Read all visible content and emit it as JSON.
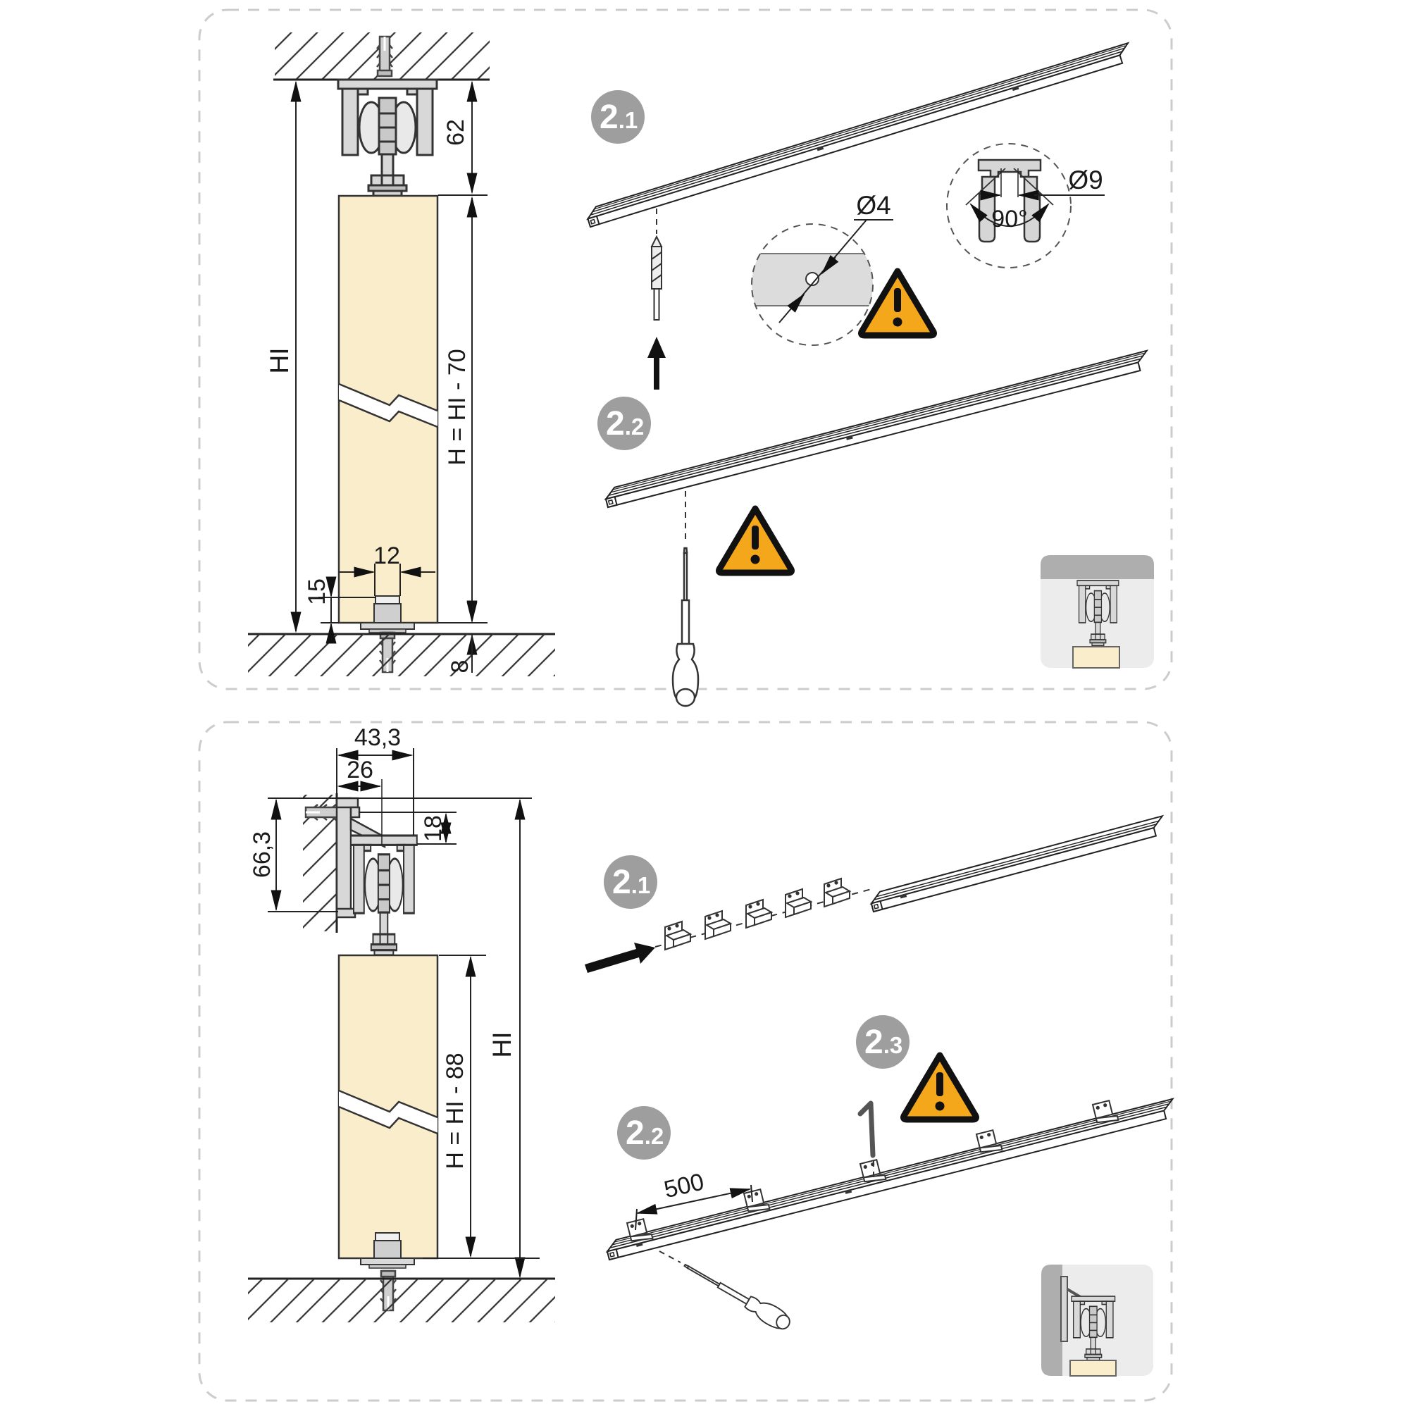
{
  "document": {
    "type": "installation-instructions",
    "panel_count": 2
  },
  "colors": {
    "background": "#ffffff",
    "panel_border": "#cccccc",
    "warning_orange": "#f5a71c",
    "step_circle_gray": "#9e9e9e",
    "door_cream": "#f9edcb",
    "metal_gray": "#d8d8d8",
    "inset_background": "#ececec",
    "inset_wall_gray": "#aeaeae",
    "line_dark": "#222222"
  },
  "panel_top": {
    "name": "ceiling mount section",
    "steps": [
      {
        "major": "2",
        "minor": ".1"
      },
      {
        "major": "2",
        "minor": ".2"
      }
    ],
    "diagram": {
      "total_height": "HI",
      "top_clearance": "62",
      "door_height": "H = HI - 70",
      "guide_width": "12",
      "guide_depth": "15",
      "floor_gap": "8"
    },
    "details": {
      "drill_diameter": "Ø4",
      "hole_diameter": "Ø9",
      "countersink_angle": "90°"
    }
  },
  "panel_bottom": {
    "name": "wall mount section",
    "steps": [
      {
        "major": "2",
        "minor": ".1"
      },
      {
        "major": "2",
        "minor": ".2"
      },
      {
        "major": "2",
        "minor": ".3"
      }
    ],
    "diagram": {
      "bracket_width": "43,3",
      "rail_offset": "26",
      "bracket_height": "66,3",
      "rail_drop": "18",
      "total_height": "HI",
      "door_height": "H = HI - 88",
      "bracket_spacing": "500"
    }
  }
}
